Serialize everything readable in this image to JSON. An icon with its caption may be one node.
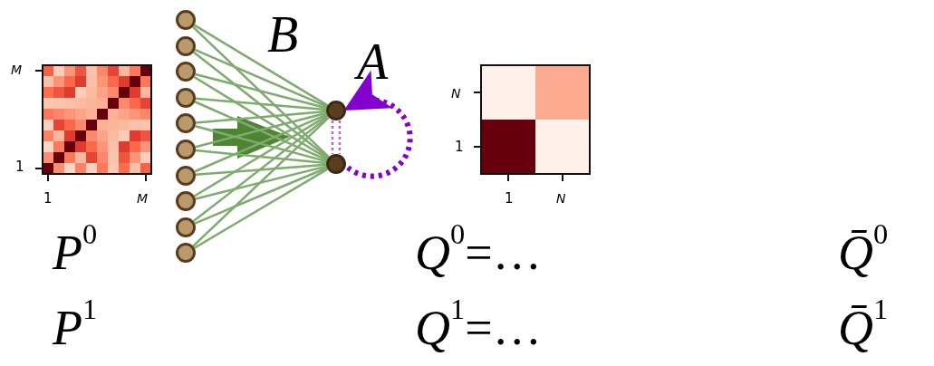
{
  "diagram": {
    "nodes": [
      {
        "text": [],
        "shape": "circle"
      },
      {
        "text": [],
        "shape": "circle"
      },
      {
        "text": [],
        "shape": "circle"
      },
      {
        "text": [],
        "shape": "circle"
      },
      {
        "text": [],
        "shape": "circle"
      },
      {
        "text": [],
        "shape": "circle"
      },
      {
        "text": [],
        "shape": "circle"
      },
      {
        "text": [],
        "shape": "circle"
      },
      {
        "text": [],
        "shape": "circle"
      },
      {
        "text": [],
        "shape": "circle"
      },
      {
        "text": [],
        "shape": "circle"
      },
      {
        "text": [],
        "shape": "circle"
      }
    ],
    "edges": [
      {
        "from": 0,
        "to": 10,
        "arrow": "none"
      },
      {
        "from": 0,
        "to": 11,
        "arrow": "none"
      },
      {
        "from": 1,
        "to": 10,
        "arrow": "none"
      },
      {
        "from": 1,
        "to": 11,
        "arrow": "none"
      },
      {
        "from": 2,
        "to": 10,
        "arrow": "none"
      },
      {
        "from": 2,
        "to": 11,
        "arrow": "none"
      },
      {
        "from": 3,
        "to": 10,
        "arrow": "none"
      },
      {
        "from": 3,
        "to": 11,
        "arrow": "none"
      },
      {
        "from": 4,
        "to": 10,
        "arrow": "none"
      },
      {
        "from": 4,
        "to": 11,
        "arrow": "none"
      },
      {
        "from": 5,
        "to": 10,
        "arrow": "none"
      },
      {
        "from": 5,
        "to": 11,
        "arrow": "none"
      },
      {
        "from": 6,
        "to": 10,
        "arrow": "none"
      },
      {
        "from": 6,
        "to": 11,
        "arrow": "none"
      },
      {
        "from": 7,
        "to": 10,
        "arrow": "none"
      },
      {
        "from": 7,
        "to": 11,
        "arrow": "none"
      },
      {
        "from": 8,
        "to": 10,
        "arrow": "none"
      },
      {
        "from": 8,
        "to": 11,
        "arrow": "none"
      },
      {
        "from": 9,
        "to": 10,
        "arrow": "none"
      },
      {
        "from": 9,
        "to": 11,
        "arrow": "none"
      },
      {
        "from": 10,
        "to": 11,
        "arrow": "none",
        "style": "dashed",
        "color": "#b565e6"
      },
      {
        "from": 11,
        "to": 10,
        "arrow": "to",
        "style": "dashed",
        "color": "#8300cf"
      }
    ],
    "labels": [
      "B",
      "A",
      "M",
      "1",
      "1",
      "M",
      "N",
      "1",
      "1",
      "N",
      "*P*$^{0}$",
      "*Q*$^{0}$=…",
      "*Q̄*$^{0}$",
      "*P*$^{1}$",
      "*Q*$^{1}$=…",
      "*Q̄*$^{1}$"
    ]
  }
}
